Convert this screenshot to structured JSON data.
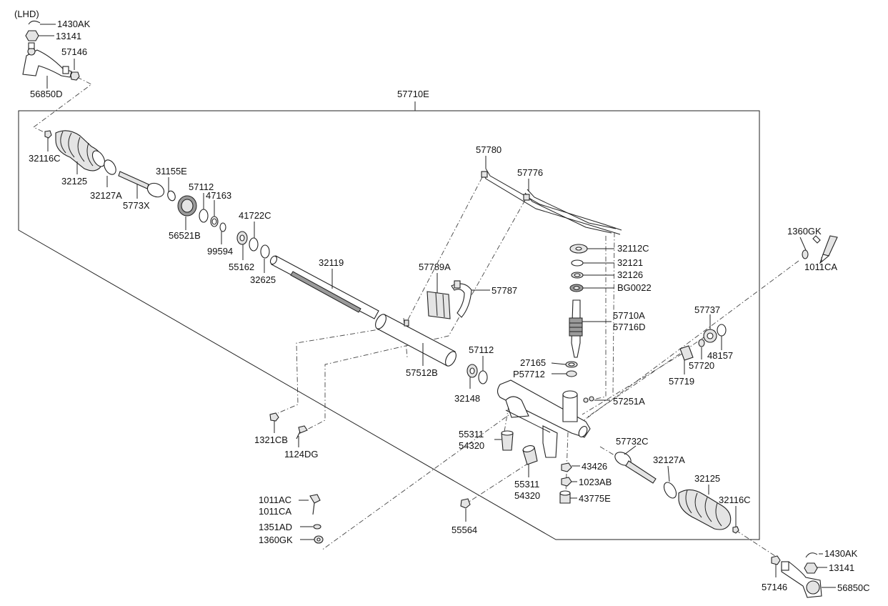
{
  "labels": {
    "lhd": "(LHD)",
    "p1430AK_a": "1430AK",
    "p13141_a": "13141",
    "p57146_a": "57146",
    "p56850D": "56850D",
    "p57710E": "57710E",
    "p32116C_a": "32116C",
    "p32125_a": "32125",
    "p32127A_a": "32127A",
    "p5773X": "5773X",
    "p31155E": "31155E",
    "p57112_a": "57112",
    "p47163": "47163",
    "p56521B": "56521B",
    "p99594": "99594",
    "p41722C": "41722C",
    "p55162": "55162",
    "p32625": "32625",
    "p32119": "32119",
    "p57780": "57780",
    "p57776": "57776",
    "p57789A": "57789A",
    "p57787": "57787",
    "p57512B": "57512B",
    "p57112_b": "57112",
    "p32148": "32148",
    "p32112C": "32112C",
    "p32121": "32121",
    "p32126": "32126",
    "pBG0022": "BG0022",
    "p57710A": "57710A",
    "p57716D": "57716D",
    "p27165": "27165",
    "pP57712": "P57712",
    "p57251A": "57251A",
    "p1360GK_a": "1360GK",
    "p1011CA_a": "1011CA",
    "p57737": "57737",
    "p48157": "48157",
    "p57720": "57720",
    "p57719": "57719",
    "p1321CB": "1321CB",
    "p1124DG": "1124DG",
    "p55311_a": "55311",
    "p54320_a": "54320",
    "p55311_b": "55311",
    "p54320_b": "54320",
    "p57732C": "57732C",
    "p43426": "43426",
    "p1023AB": "1023AB",
    "p43775E": "43775E",
    "p32127A_b": "32127A",
    "p32125_b": "32125",
    "p32116C_b": "32116C",
    "p1011AC": "1011AC",
    "p1011CA_b": "1011CA",
    "p1351AD": "1351AD",
    "p1360GK_b": "1360GK",
    "p55564": "55564",
    "p1430AK_b": "1430AK",
    "p13141_b": "13141",
    "p57146_b": "57146",
    "p56850C": "56850C"
  }
}
